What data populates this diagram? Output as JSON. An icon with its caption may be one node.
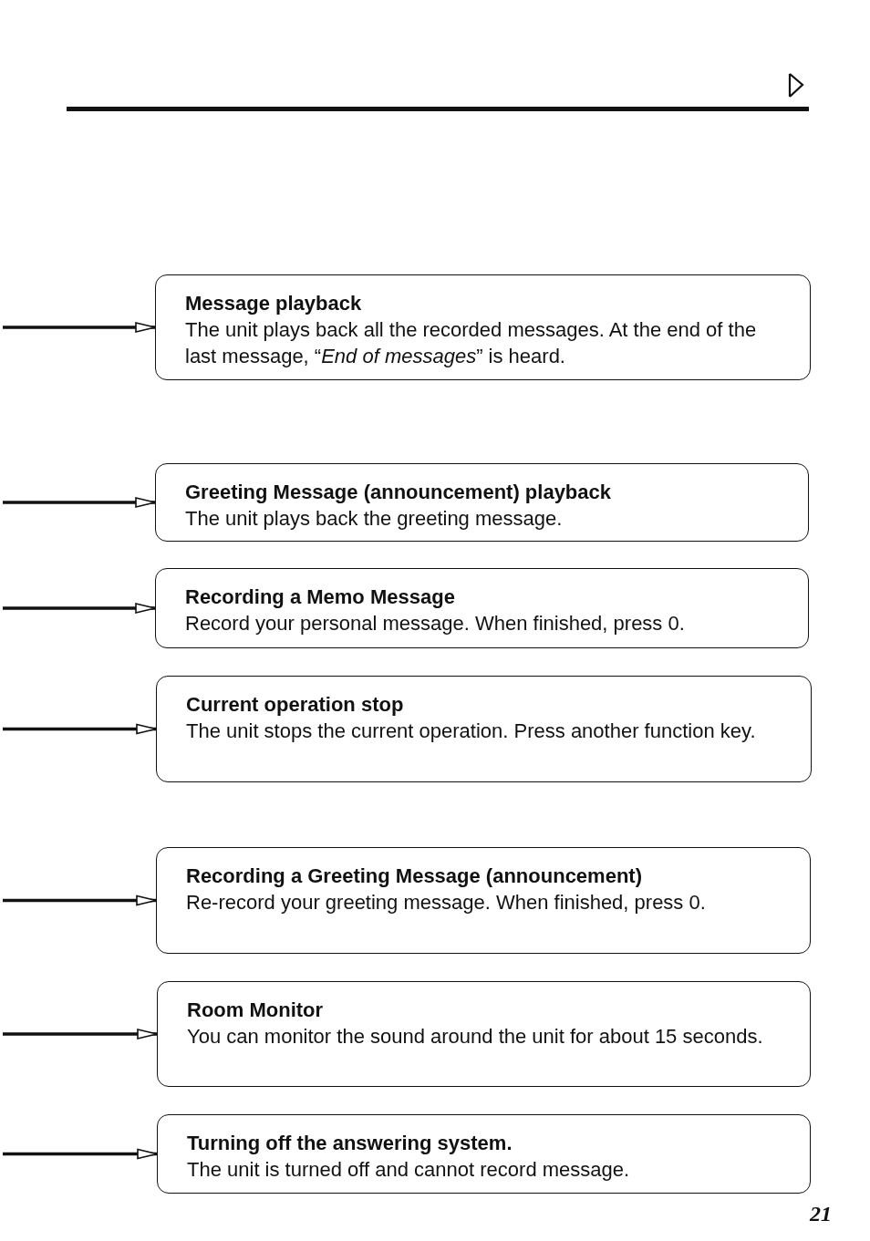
{
  "diagram": {
    "nodes": [
      {
        "text": [
          "Message playback",
          "The unit plays back all the recorded messages. At the end of the last message, “*End of messages*” is heard."
        ]
      },
      {
        "text": [
          "Greeting Message (announcement) playback",
          "The unit plays back the greeting message."
        ]
      },
      {
        "text": [
          "Recording a Memo Message",
          "Record your personal message. When finished, press 0."
        ]
      },
      {
        "text": [
          "Current operation stop",
          "The unit stops the current operation. Press another function key."
        ]
      },
      {
        "text": [
          "Recording a Greeting Message (announcement)",
          "Re-record your greeting message. When finished, press 0."
        ]
      },
      {
        "text": [
          "Room Monitor",
          "You can monitor the sound around the unit for about 15 seconds."
        ]
      },
      {
        "text": [
          "Turning off the answering system.",
          "The unit is turned off and cannot record message."
        ]
      }
    ],
    "edges": [
      {
        "from": null,
        "to": 0,
        "arrow": "to"
      },
      {
        "from": null,
        "to": 1,
        "arrow": "to"
      },
      {
        "from": null,
        "to": 2,
        "arrow": "to"
      },
      {
        "from": null,
        "to": 3,
        "arrow": "to"
      },
      {
        "from": null,
        "to": 4,
        "arrow": "to"
      },
      {
        "from": null,
        "to": 5,
        "arrow": "to"
      },
      {
        "from": null,
        "to": 6,
        "arrow": "to"
      }
    ],
    "labels": [
      "21"
    ]
  }
}
